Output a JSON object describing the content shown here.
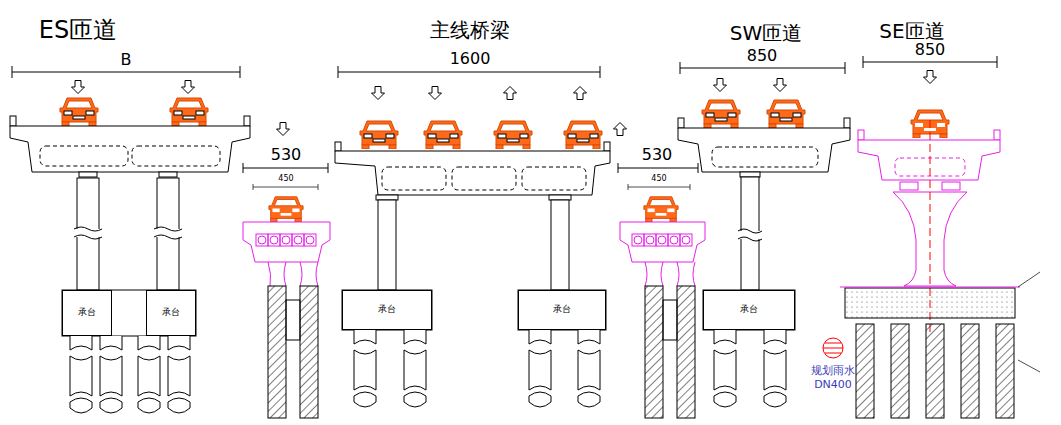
{
  "diagram": {
    "nodes": [
      {
        "text": [
          "承台"
        ]
      },
      {
        "text": [
          "承台"
        ]
      },
      {
        "text": [
          "承台"
        ]
      },
      {
        "text": [
          "承台"
        ]
      },
      {
        "text": [
          "承台"
        ]
      }
    ],
    "labels": [
      "ES匝道",
      "B",
      "主线桥梁",
      "1600",
      "530",
      "450",
      "530",
      "450",
      "SW匝道",
      "850",
      "SE匝道",
      "850",
      "规划雨水",
      "DN400"
    ]
  }
}
